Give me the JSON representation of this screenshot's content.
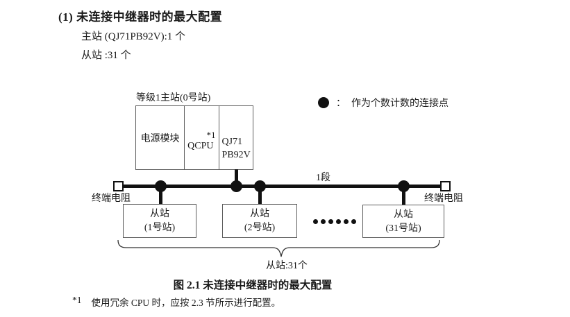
{
  "colors": {
    "text": "#1a1a1a",
    "box_border": "#5c5c5c",
    "bus_line": "#111111",
    "background": "#ffffff"
  },
  "header": {
    "title": "(1) 未连接中继器时的最大配置",
    "master_count": "主站 (QJ71PB92V):1 个",
    "slave_count": "从站 :31 个"
  },
  "diagram": {
    "master_label": "等级1主站(0号站)",
    "master_cells": {
      "power": "电源模块",
      "cpu": "QCPU",
      "cpu_note": "*1",
      "network_line1": "QJ71",
      "network_line2": "PB92V"
    },
    "legend": {
      "separator": "：",
      "text": "作为个数计数的连接点"
    },
    "segment_label": "1段",
    "terminator_left": "终端电阻",
    "terminator_right": "终端电阻",
    "slaves": [
      {
        "name": "从站",
        "station": "(1号站)"
      },
      {
        "name": "从站",
        "station": "(2号站)"
      },
      {
        "name": "从站",
        "station": "(31号站)"
      }
    ],
    "brace_label": "从站:31个"
  },
  "footer": {
    "caption": "图 2.1 未连接中继器时的最大配置",
    "footnote_marker": "*1",
    "footnote_text": "使用冗余 CPU 时，应按 2.3 节所示进行配置。"
  }
}
